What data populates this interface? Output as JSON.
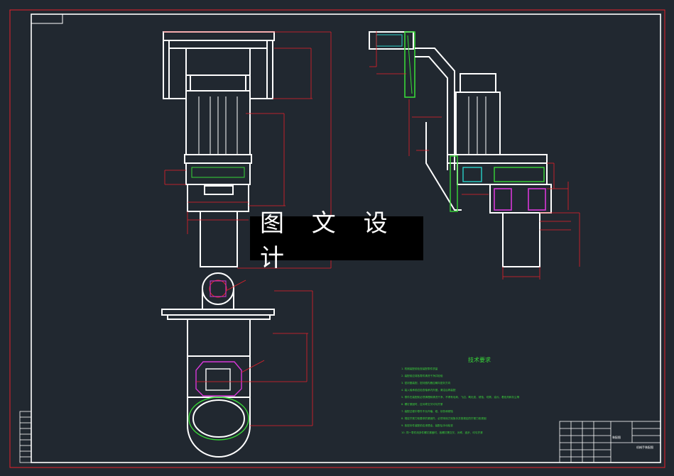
{
  "drawing": {
    "watermark": "图 文 设 计",
    "notes_title": "技术要求",
    "notes": [
      "1. 机械装配前检查装配零件质量",
      "2. 装配前应将各零件清洗干净并检验",
      "3. 密封圈装配，密封圈内唇应朝向密封方向",
      "4. 装入轴承前应检查轴承内外圈，清洁后再装配",
      "5. 零件在装配前必须清理和清洗干净，不得有毛刺、飞边、氧化皮、锈蚀、切屑、油污、着色剂和灰尘等",
      "6. 螺钉紧固时，应对称交叉均匀拧紧",
      "7. 装配过程中零件不允许磕、碰、划伤和锈蚀",
      "8. 规定拧紧力矩要求的紧固件，必须采用力矩扳手并按规定的拧紧力矩紧固",
      "9. 各密封件装配前应浸透油，装配后手动检查",
      "10. 同一零件用多件螺钉紧固时，各螺钉需交叉、对称、逐步、均匀拧紧"
    ],
    "title_block": {
      "name": "机械手装配图",
      "material": "装配图"
    },
    "colors": {
      "background": "#212830",
      "outline": "#ffffff",
      "dimension": "#e8202a",
      "notes": "#38d838",
      "section": "#2ad0c8",
      "hatch_green": "#38d838",
      "part_magenta": "#d838d8"
    }
  }
}
